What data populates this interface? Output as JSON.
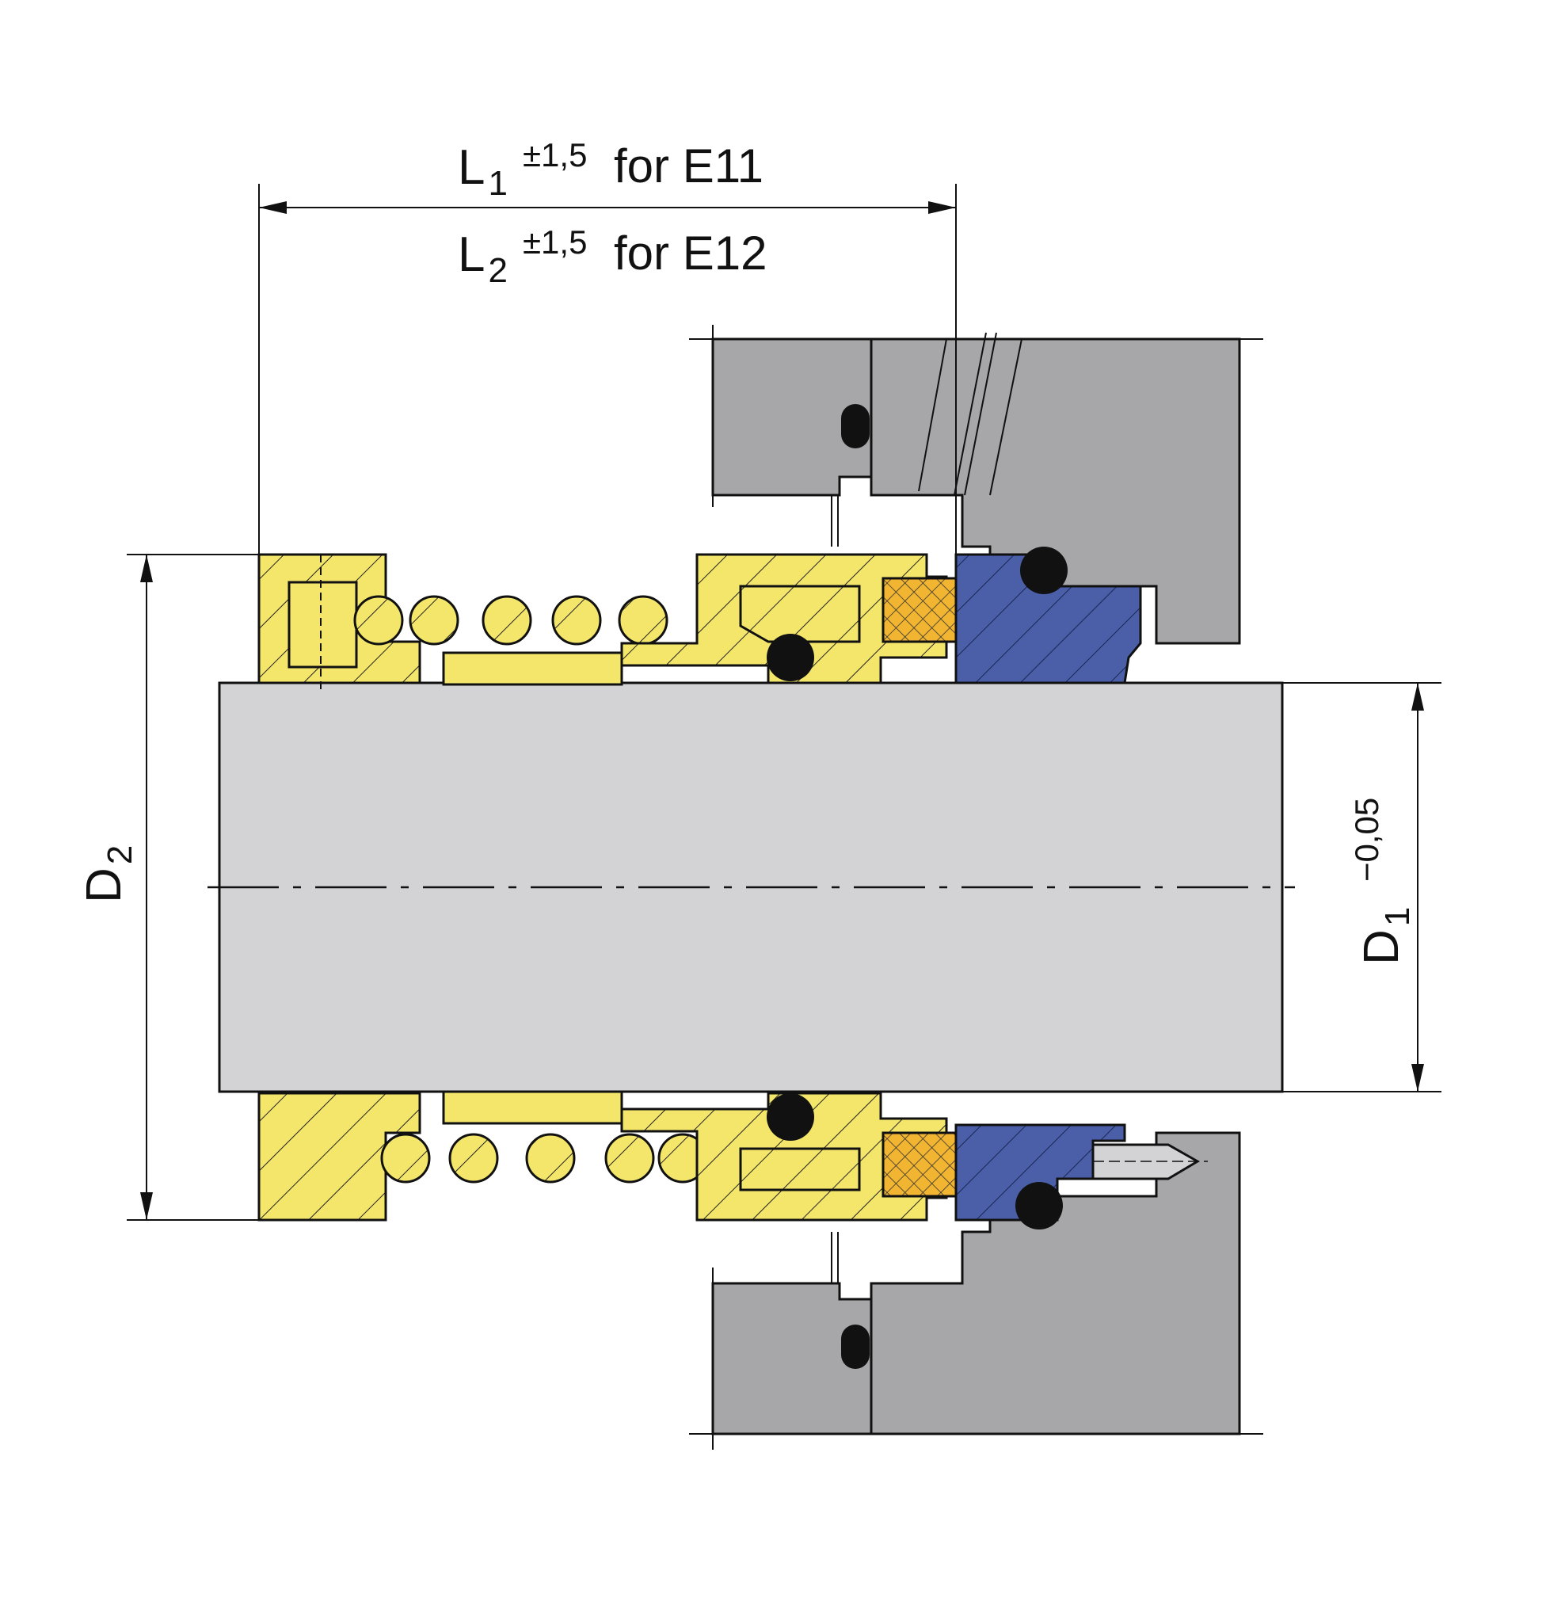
{
  "dimensions": {
    "l1": {
      "symbol": "L",
      "sub": "1",
      "tolerance": "±1,5",
      "note": "for E11"
    },
    "l2": {
      "symbol": "L",
      "sub": "2",
      "tolerance": "±1,5",
      "note": "for E12"
    },
    "d2": {
      "symbol": "D",
      "sub": "2"
    },
    "d1": {
      "symbol": "D",
      "sub": "1",
      "tolerance": "−0,05"
    }
  },
  "colors": {
    "rotating_parts": "#f3e66a",
    "seat": "#4a5fa8",
    "seal_face": "#f2b531",
    "housing": "#a7a6a8",
    "shaft": "#d3d3d5",
    "o_ring": "#111111",
    "outline": "#111111"
  }
}
